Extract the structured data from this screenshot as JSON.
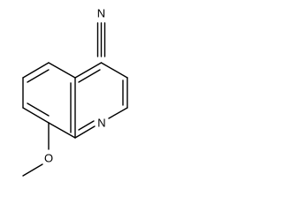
{
  "molecule": {
    "atoms": {
      "nitrile_nitrogen": "N",
      "ring_nitrogen": "N",
      "ether_oxygen": "O"
    }
  },
  "colors": {
    "stroke": "#000000",
    "background": "#ffffff"
  }
}
